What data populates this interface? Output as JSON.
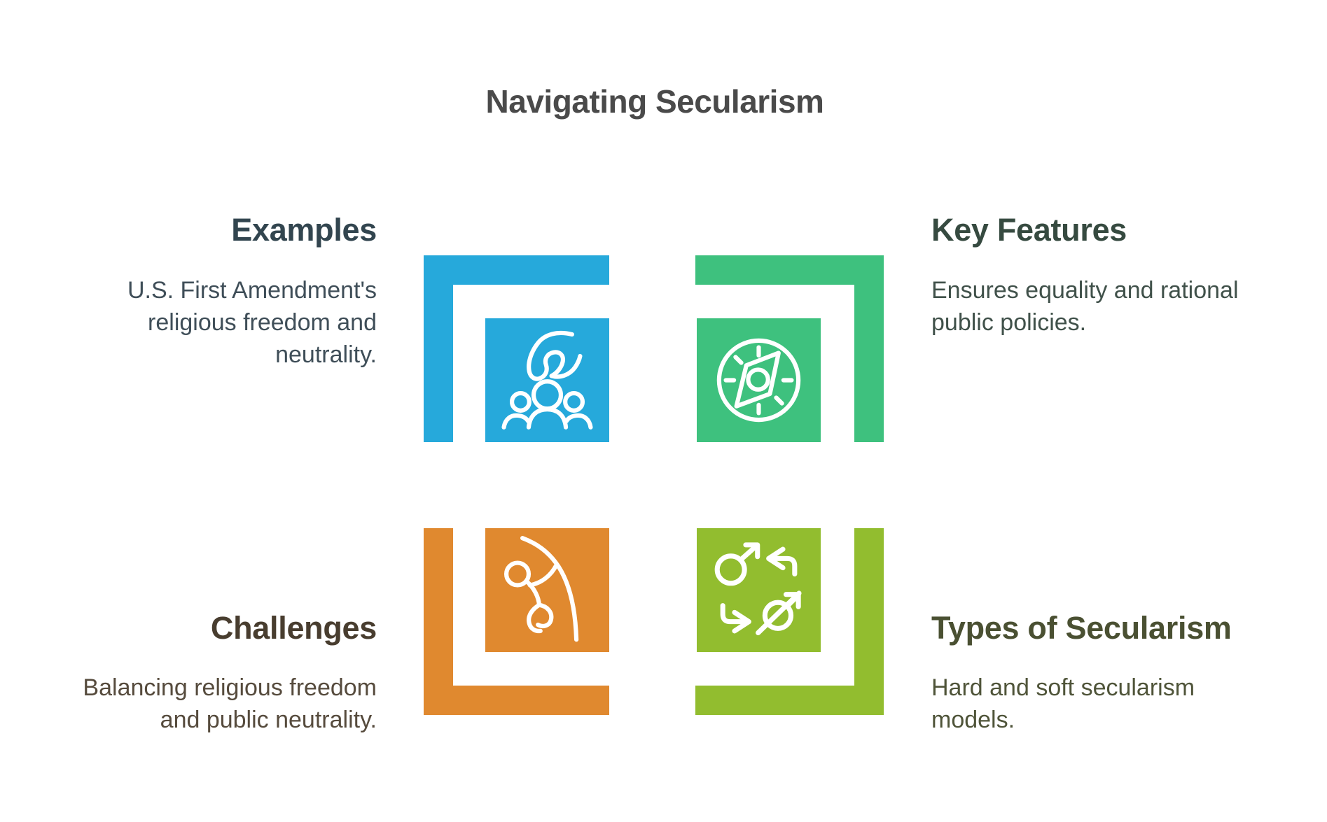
{
  "title": "Navigating Secularism",
  "title_color": "#4a4a4a",
  "quadrants": [
    {
      "id": "examples",
      "position": "top-left",
      "heading": "Examples",
      "body": "U.S. First Amendment's religious freedom and neutrality.",
      "color": "#26a9db",
      "heading_color": "#32454f",
      "body_color": "#3f4e58",
      "icon": "hand-over-people-icon"
    },
    {
      "id": "key-features",
      "position": "top-right",
      "heading": "Key Features",
      "body": "Ensures equality and rational public policies.",
      "color": "#3ec17e",
      "heading_color": "#364a40",
      "body_color": "#40514a",
      "icon": "compass-icon"
    },
    {
      "id": "challenges",
      "position": "bottom-left",
      "heading": "Challenges",
      "body": "Balancing religious freedom and public neutrality.",
      "color": "#e0892f",
      "heading_color": "#483d2f",
      "body_color": "#564b3d",
      "icon": "limbo-figure-icon"
    },
    {
      "id": "types-of-secularism",
      "position": "bottom-right",
      "heading": "Types of Secularism",
      "body": "Hard and soft secularism models.",
      "color": "#92bd2f",
      "heading_color": "#4a5032",
      "body_color": "#4f5439",
      "icon": "gender-cycle-icon"
    }
  ]
}
